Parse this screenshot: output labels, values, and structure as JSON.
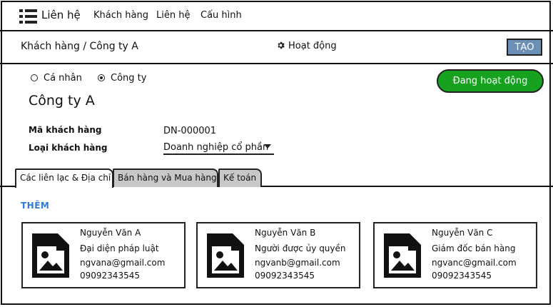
{
  "app": {
    "title": "Liên hệ"
  },
  "nav": {
    "items": [
      "Khách hàng",
      "Liên hệ",
      "Cấu hình"
    ]
  },
  "header": {
    "breadcrumb": "Khách hàng / Công ty A",
    "activity_label": "Hoạt động",
    "create_label": "TẠO"
  },
  "form": {
    "type_options": [
      {
        "label": "Cá nhân",
        "selected": false
      },
      {
        "label": "Công ty",
        "selected": true
      }
    ],
    "status_label": "Đang hoạt động",
    "company_name": "Công ty A",
    "customer_code_label": "Mã khách hàng",
    "customer_code": "DN-000001",
    "customer_type_label": "Loại khách hàng",
    "customer_type": "Doanh nghiệp cổ phần"
  },
  "tabs": [
    {
      "label": "Các liên lạc & Địa chỉ",
      "active": true
    },
    {
      "label": "Bán hàng và Mua hàng",
      "active": false
    },
    {
      "label": "Kế toán",
      "active": false
    }
  ],
  "contacts_section": {
    "add_label": "THÊM",
    "contacts": [
      {
        "name": "Nguyễn Văn A",
        "role": "Đại diện pháp luật",
        "email": "ngvana@gmail.com",
        "phone": "09092343545"
      },
      {
        "name": "Nguyễn Văn B",
        "role": "Người được ủy quyền",
        "email": "ngvanb@gmail.com",
        "phone": "09092343545"
      },
      {
        "name": "Nguyễn Văn C",
        "role": "Giám đốc bán hàng",
        "email": "ngvanc@gmail.com",
        "phone": "09092343545"
      }
    ]
  },
  "colors": {
    "create_button": "#6c8fb5",
    "status_button": "#16a11f",
    "add_link": "#2f7bd8",
    "inactive_tab": "#c8c8c8"
  },
  "icons": [
    "menu-icon",
    "gear-icon",
    "image-placeholder-icon",
    "dropdown-caret-icon"
  ]
}
